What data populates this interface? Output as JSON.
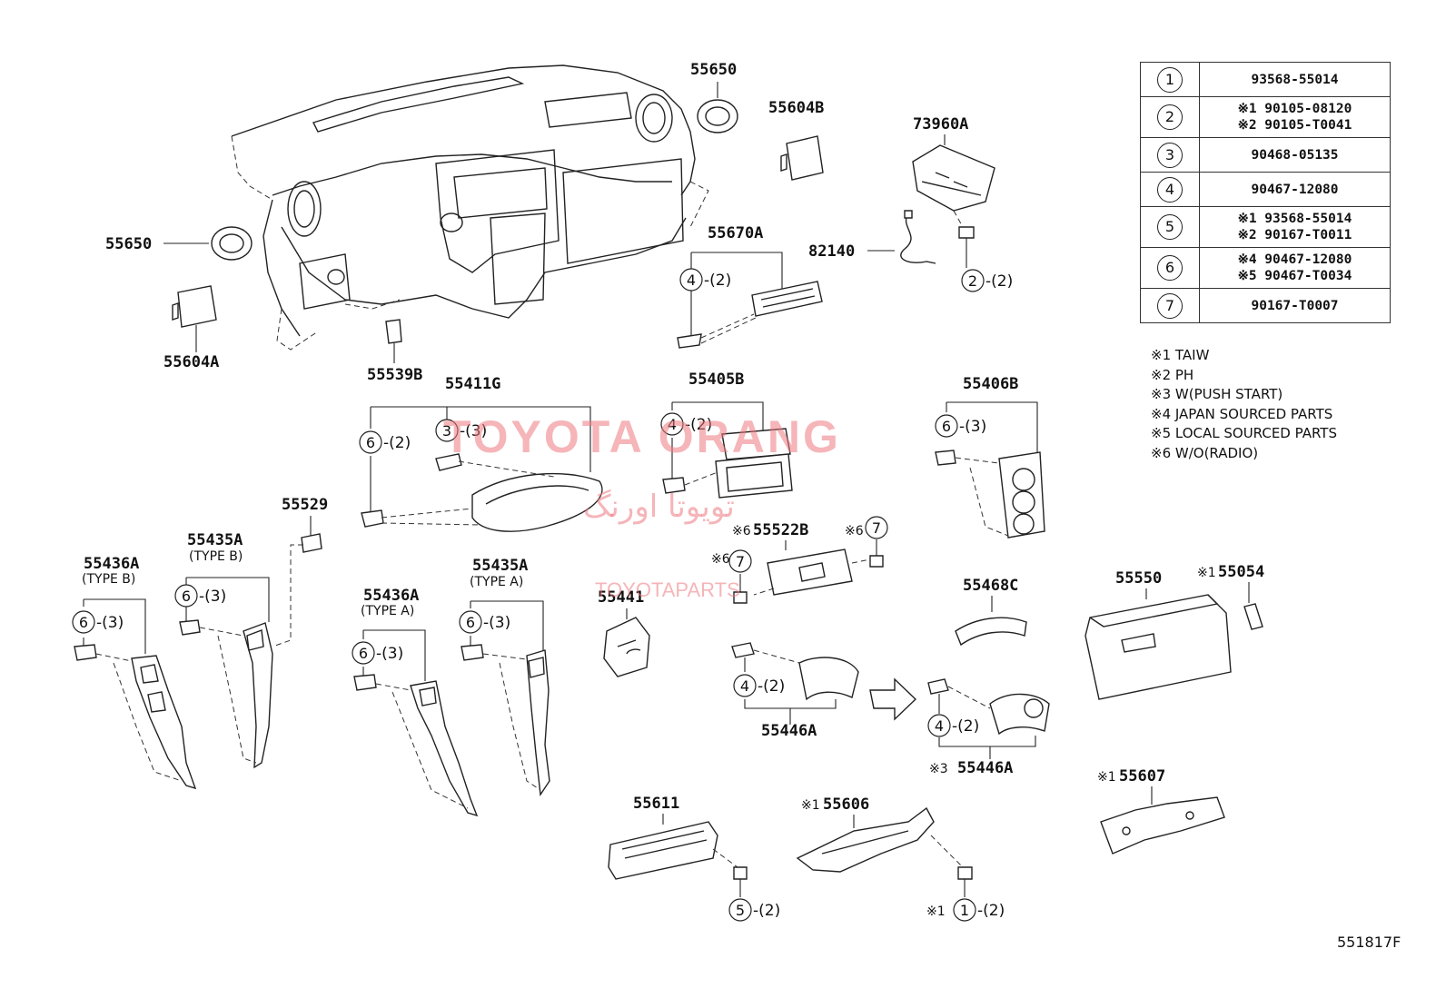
{
  "watermark": {
    "main": "TOYOTA ORANG",
    "arabic": "تويوتا اورنگ",
    "url": "TOYOTAPARTS"
  },
  "reference_code": "551817F",
  "legend": [
    {
      "index": "1",
      "lines": [
        "93568-55014"
      ]
    },
    {
      "index": "2",
      "lines": [
        "※1 90105-08120",
        "※2 90105-T0041"
      ]
    },
    {
      "index": "3",
      "lines": [
        "90468-05135"
      ]
    },
    {
      "index": "4",
      "lines": [
        "90467-12080"
      ]
    },
    {
      "index": "5",
      "lines": [
        "※1 93568-55014",
        "※2 90167-T0011"
      ]
    },
    {
      "index": "6",
      "lines": [
        "※4 90467-12080",
        "※5 90467-T0034"
      ]
    },
    {
      "index": "7",
      "lines": [
        "90167-T0007"
      ]
    }
  ],
  "notes": [
    "※1 TAIW",
    "※2 PH",
    "※3 W(PUSH START)",
    "※4 JAPAN SOURCED PARTS",
    "※5 LOCAL SOURCED PARTS",
    "※6 W/O(RADIO)"
  ],
  "parts": {
    "p55650_top": "55650",
    "p55604B": "55604B",
    "p73960A": "73960A",
    "p55650_left": "55650",
    "p55670A": "55670A",
    "p82140": "82140",
    "p55604A": "55604A",
    "p55539B": "55539B",
    "p55411G": "55411G",
    "p55405B": "55405B",
    "p55406B": "55406B",
    "p55529": "55529",
    "p55435A_b": "55435A",
    "p55436A_b": "55436A",
    "p55436A_a": "55436A",
    "p55435A_a": "55435A",
    "p55522B": "55522B",
    "p55441": "55441",
    "p55468C": "55468C",
    "p55550": "55550",
    "p55054": "55054",
    "p55446A": "55446A",
    "p55446A_push": "55446A",
    "p55607": "55607",
    "p55611": "55611",
    "p55606": "55606"
  },
  "type_labels": {
    "type_b_1": "(TYPE B)",
    "type_b_2": "(TYPE B)",
    "type_a_1": "(TYPE A)",
    "type_a_2": "(TYPE A)"
  },
  "marks": {
    "m6a": "※6",
    "m6b": "※6",
    "m6c": "※6",
    "m1a": "※1",
    "m1b": "※1",
    "m1c": "※1",
    "m1d": "※1",
    "m3": "※3"
  },
  "callouts": {
    "c4_55670A": {
      "num": "4",
      "qty": "-(2)"
    },
    "c2_73960A": {
      "num": "2",
      "qty": "-(2)"
    },
    "c6_55411G": {
      "num": "6",
      "qty": "-(2)"
    },
    "c3_55411G": {
      "num": "3",
      "qty": "-(3)"
    },
    "c4_55405B": {
      "num": "4",
      "qty": "-(2)"
    },
    "c6_55406B": {
      "num": "6",
      "qty": "-(3)"
    },
    "c7_55522B_r": {
      "num": "7",
      "qty": ""
    },
    "c7_55522B_l": {
      "num": "7",
      "qty": ""
    },
    "c6_55435A_b": {
      "num": "6",
      "qty": "-(3)"
    },
    "c6_55436A_b": {
      "num": "6",
      "qty": "-(3)"
    },
    "c6_55436A_a": {
      "num": "6",
      "qty": "-(3)"
    },
    "c6_55435A_a": {
      "num": "6",
      "qty": "-(3)"
    },
    "c4_55446A": {
      "num": "4",
      "qty": "-(2)"
    },
    "c4_55446A_push": {
      "num": "4",
      "qty": "-(2)"
    },
    "c5_55611": {
      "num": "5",
      "qty": "-(2)"
    },
    "c1_55606": {
      "num": "1",
      "qty": "-(2)"
    }
  }
}
